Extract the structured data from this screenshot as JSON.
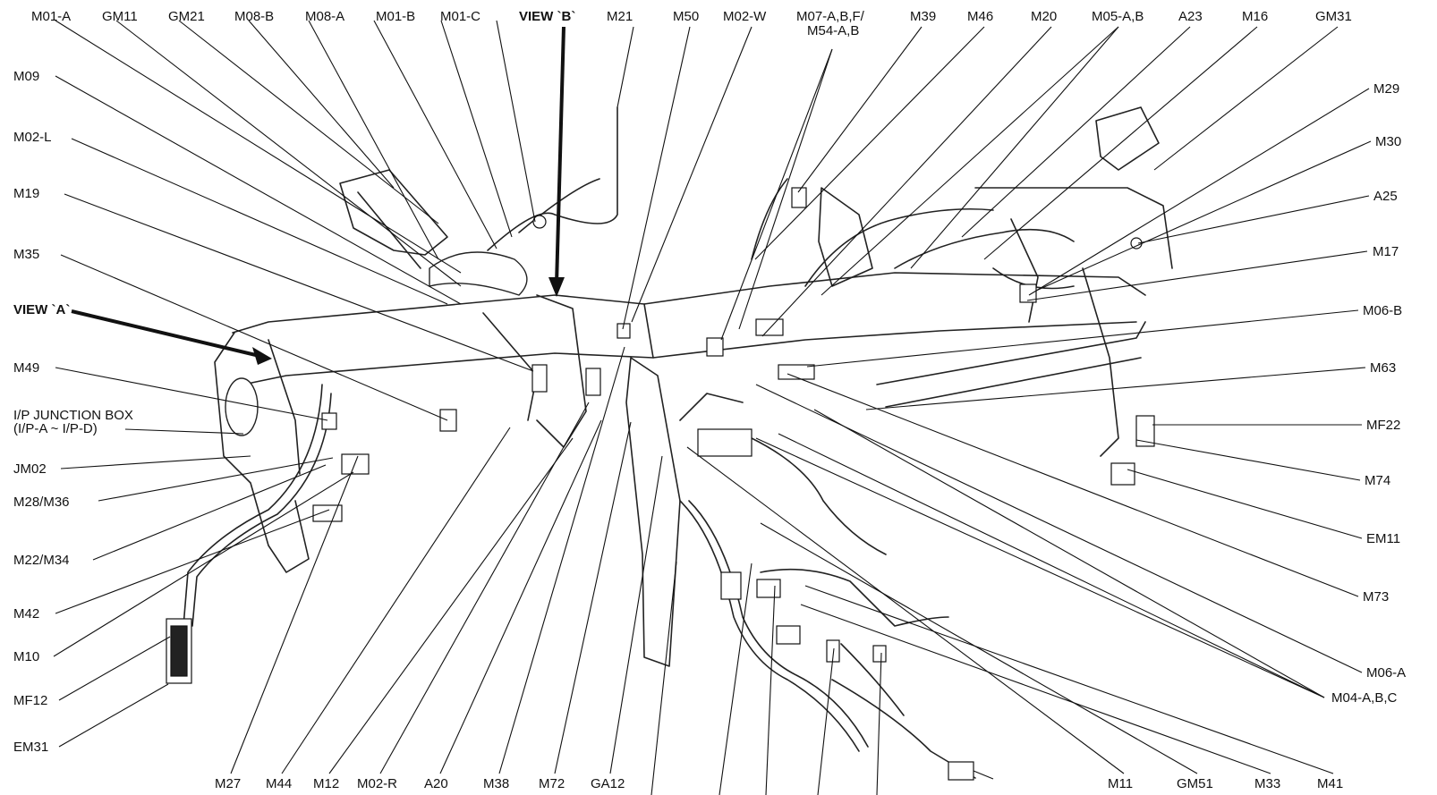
{
  "labels": {
    "M01A": "M01-A",
    "GM11": "GM11",
    "GM21": "GM21",
    "M08B": "M08-B",
    "M08A": "M08-A",
    "M01B": "M01-B",
    "M01C": "M01-C",
    "viewB": "VIEW `B`",
    "M21": "M21",
    "M50": "M50",
    "M02W": "M02-W",
    "M07_1": "M07-A,B,F/",
    "M07_2": "M54-A,B",
    "M39": "M39",
    "M46": "M46",
    "M20": "M20",
    "M05": "M05-A,B",
    "A23": "A23",
    "M16": "M16",
    "GM31": "GM31",
    "M09": "M09",
    "M02L": "M02-L",
    "M19": "M19",
    "M35": "M35",
    "viewA": "VIEW `A`",
    "M49": "M49",
    "IPJB_1": "I/P JUNCTION BOX",
    "IPJB_2": "(I/P-A ~ I/P-D)",
    "JM02": "JM02",
    "M28": "M28/M36",
    "M22": "M22/M34",
    "M42": "M42",
    "M10": "M10",
    "MF12": "MF12",
    "EM31": "EM31",
    "M29": "M29",
    "M30": "M30",
    "A25": "A25",
    "M17": "M17",
    "M06B": "M06-B",
    "M63": "M63",
    "MF22": "MF22",
    "M74": "M74",
    "EM11": "EM11",
    "M73": "M73",
    "M06A": "M06-A",
    "M04": "M04-A,B,C",
    "M27": "M27",
    "M44": "M44",
    "M12": "M12",
    "M02R": "M02-R",
    "A20": "A20",
    "M38": "M38",
    "M72": "M72",
    "GA12": "GA12",
    "M11": "M11",
    "GM51": "GM51",
    "M33": "M33",
    "M41": "M41"
  }
}
